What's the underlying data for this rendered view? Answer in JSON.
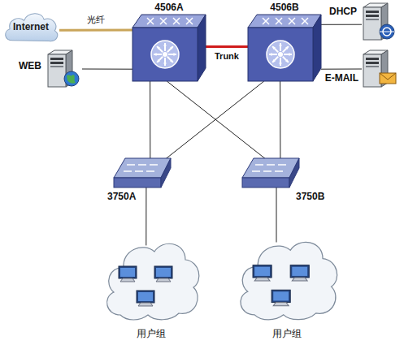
{
  "diagram": {
    "nodes": [
      {
        "text": [
          "Internet"
        ]
      },
      {
        "text": [
          "4506A"
        ]
      },
      {
        "text": [
          "4506B"
        ]
      },
      {
        "text": [
          "DHCP"
        ]
      },
      {
        "text": [
          "WEB"
        ]
      },
      {
        "text": [
          "E-MAIL"
        ]
      },
      {
        "text": [
          "3750A"
        ]
      },
      {
        "text": [
          "3750B"
        ]
      },
      {
        "text": [
          "用户组"
        ]
      },
      {
        "text": [
          "用户组"
        ]
      }
    ],
    "edges": [
      {
        "from": 0,
        "to": 1,
        "label": "光纤",
        "arrow": "none"
      },
      {
        "from": 1,
        "to": 2,
        "label": "Trunk",
        "arrow": "none"
      },
      {
        "from": 2,
        "to": 3,
        "arrow": "none"
      },
      {
        "from": 1,
        "to": 4,
        "arrow": "none"
      },
      {
        "from": 2,
        "to": 5,
        "arrow": "none"
      },
      {
        "from": 1,
        "to": 6,
        "arrow": "none"
      },
      {
        "from": 1,
        "to": 7,
        "arrow": "none"
      },
      {
        "from": 2,
        "to": 6,
        "arrow": "none"
      },
      {
        "from": 2,
        "to": 7,
        "arrow": "none"
      },
      {
        "from": 6,
        "to": 8,
        "arrow": "none"
      },
      {
        "from": 7,
        "to": 9,
        "arrow": "none"
      }
    ]
  }
}
